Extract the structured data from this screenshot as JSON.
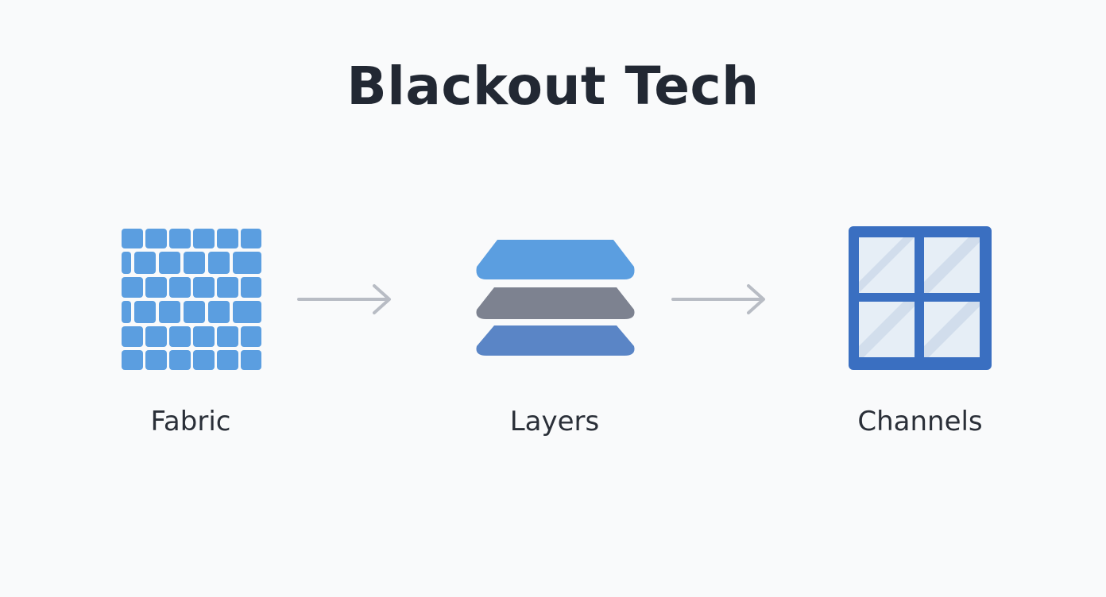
{
  "title": "Blackout Tech",
  "steps": [
    {
      "label": "Fabric",
      "icon": "fabric-weave-icon"
    },
    {
      "label": "Layers",
      "icon": "layers-stack-icon"
    },
    {
      "label": "Channels",
      "icon": "window-channels-icon"
    }
  ],
  "connectors": [
    "arrow-right-icon",
    "arrow-right-icon"
  ],
  "colors": {
    "background": "#f9fafb",
    "title": "#222833",
    "label": "#2a2f38",
    "fabric_blue": "#5b9ee0",
    "layer_top": "#5b9ee0",
    "layer_middle": "#7d8290",
    "layer_bottom": "#5a85c6",
    "window_frame": "#3a6fc1",
    "window_glass": "#e6eef6",
    "arrow": "#b8bcc4"
  }
}
